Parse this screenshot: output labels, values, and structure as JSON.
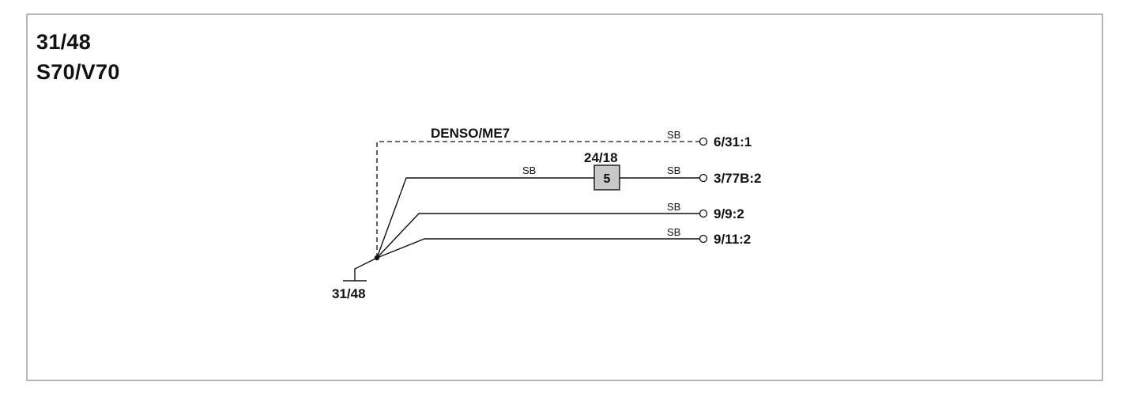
{
  "heading": {
    "line1": "31/48",
    "line2": "S70/V70"
  },
  "diagram": {
    "dashed_label": "DENSO/ME7",
    "ground_label": "31/48",
    "fuse": {
      "label": "24/18",
      "number": "5"
    },
    "wires": [
      {
        "color_code": "SB",
        "terminal": "6/31:1",
        "style": "dashed"
      },
      {
        "color_code": "SB",
        "terminal": "3/77B:2",
        "style": "solid"
      },
      {
        "color_code": "SB",
        "terminal": "9/9:2",
        "style": "solid"
      },
      {
        "color_code": "SB",
        "terminal": "9/11:2",
        "style": "solid"
      }
    ],
    "fuse_input_color_code": "SB",
    "fuse_fill_color": "#c8c8c8",
    "line_color": "#111111"
  }
}
